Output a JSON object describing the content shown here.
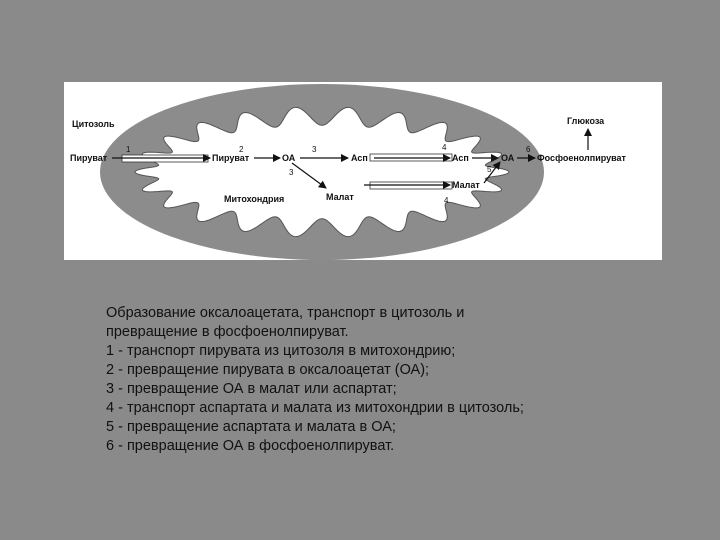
{
  "diagram": {
    "cytosol_label": "Цитозоль",
    "mitochondria_label": "Митохондрия",
    "glucose_label": "Глюкоза",
    "pyruvate_out": "Пируват",
    "pyruvate_in": "Пируват",
    "oa_in": "ОА",
    "asp_in": "Асп",
    "malate_in": "Малат",
    "asp_out": "Асп",
    "malate_out": "Малат",
    "oa_out": "ОА",
    "pep": "Фосфоенолпируват",
    "step1": "1",
    "step2": "2",
    "step3a": "3",
    "step3b": "3",
    "step4a": "4",
    "step4b": "4",
    "step5": "5",
    "step6": "6"
  },
  "caption": {
    "lines": [
      "Образование оксалоацетата, транспорт в цитозоль и",
      "превращение в фосфоенолпируват.",
      "1 - транспорт пирувата из цитозоля в митохондрию;",
      "2 - превращение пирувата в оксалоацетат (ОА);",
      "3 - превращение ОА в малат или аспартат;",
      "4 - транспорт аспартата и малата из митохондрии в цитозоль;",
      "5 - превращение аспартата и малата в ОА;",
      "6 - превращение ОА в фосфоенолпируват."
    ]
  }
}
